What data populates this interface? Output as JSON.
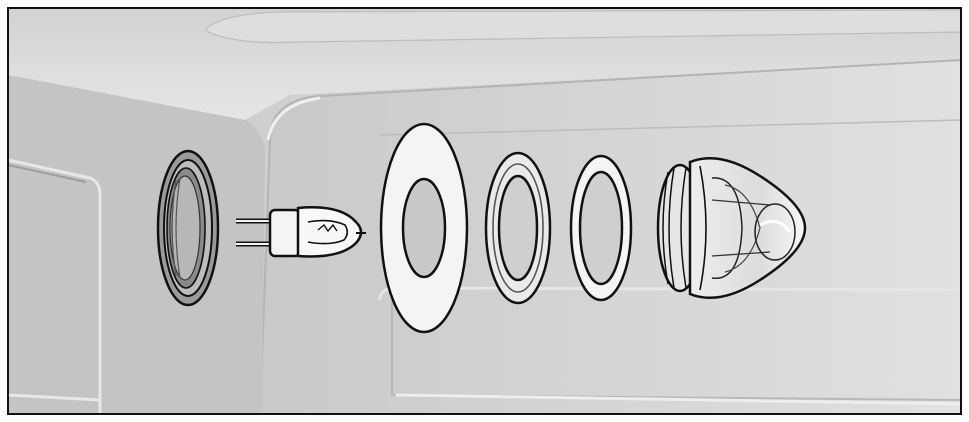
{
  "illustration": {
    "subject": "oven-lamp-assembly-exploded-view",
    "parts": [
      {
        "name": "lamp-socket-housing"
      },
      {
        "name": "halogen-bulb"
      },
      {
        "name": "flat-gasket"
      },
      {
        "name": "seal-ring"
      },
      {
        "name": "thin-seal-ring"
      },
      {
        "name": "glass-lamp-cover"
      }
    ],
    "colors": {
      "cavity_wall": "#d6d6d6",
      "cavity_shadow": "#a9a9a9",
      "part_fill": "#f4f4f4",
      "glass_fill": "#e3e3e3",
      "outline": "#111111"
    }
  }
}
